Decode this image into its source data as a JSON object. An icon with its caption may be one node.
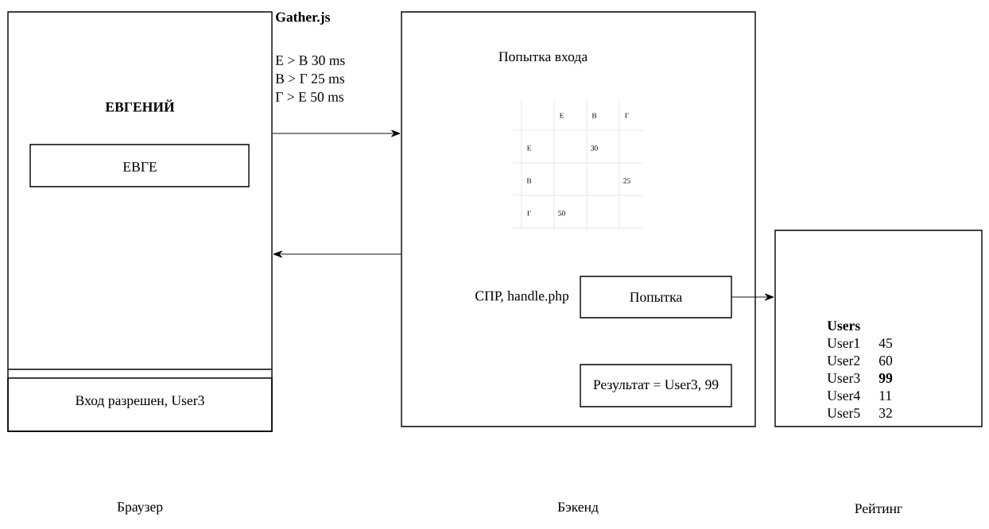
{
  "diagram": {
    "nodes": [
      {
        "text": [
          "ЕВГЕНИЙ"
        ]
      },
      {
        "text": [
          "ЕВГЕ"
        ],
        "in": 0
      },
      {
        "text": [
          "Вход разрешен, User3"
        ],
        "in": 0
      },
      {
        "text": [
          "Попытка входа"
        ]
      },
      {
        "text": [
          "Попытка"
        ],
        "in": 3,
        "beside": [
          "СПР, handle.php"
        ]
      },
      {
        "text": [
          "Результат = User3, 99"
        ],
        "in": 3
      },
      {
        "text": [
          "Users"
        ]
      }
    ],
    "edges": [
      {
        "from": 0,
        "to": 3,
        "arrow": "to"
      },
      {
        "from": 3,
        "to": 0,
        "arrow": "to"
      },
      {
        "from": 4,
        "to": 6,
        "arrow": "to"
      }
    ],
    "labels": [
      "Gather.js",
      "Е > В 30 ms",
      "В > Г 25 ms",
      "Г > Е 50 ms",
      "Е",
      "В",
      "Г",
      "Е",
      "30",
      "В",
      "25",
      "Г",
      "50",
      "User1",
      "45",
      "User2",
      "60",
      "User3",
      "99",
      "User4",
      "11",
      "User5",
      "32",
      "Браузер",
      "Бэкенд",
      "Рейтинг"
    ]
  }
}
